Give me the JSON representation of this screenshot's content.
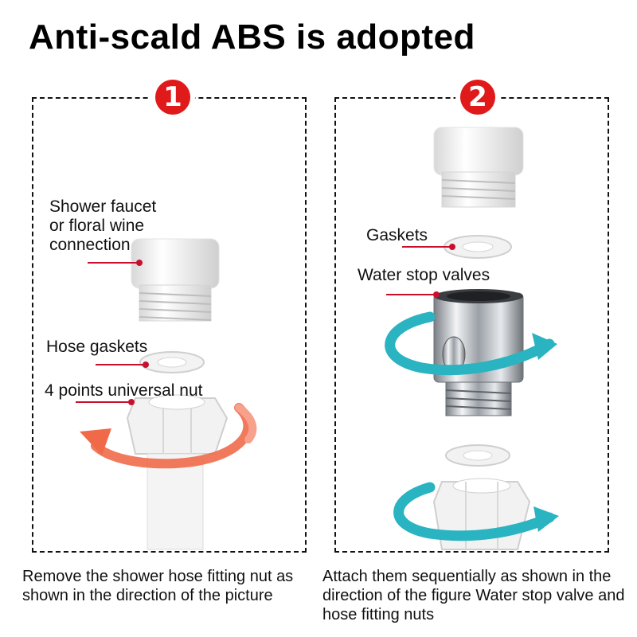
{
  "title": "Anti-scald ABS is adopted",
  "steps": [
    {
      "number": "1",
      "labels": {
        "faucet_line1": "Shower faucet",
        "faucet_line2": "or floral wine",
        "faucet_line3": "connection",
        "hose_gaskets": "Hose gaskets",
        "nut": "4 points universal nut"
      },
      "caption": "Remove the shower hose fitting nut as shown in the direction of the picture"
    },
    {
      "number": "2",
      "labels": {
        "gaskets": "Gaskets",
        "valve": "Water stop valves"
      },
      "caption": "Attach them sequentially as shown in the direction of the figure Water stop valve and hose fitting nuts"
    }
  ],
  "colors": {
    "accent_red": "#e01a1a",
    "arrow_orange": "#f06a4a",
    "arrow_teal": "#2ab3c0"
  }
}
